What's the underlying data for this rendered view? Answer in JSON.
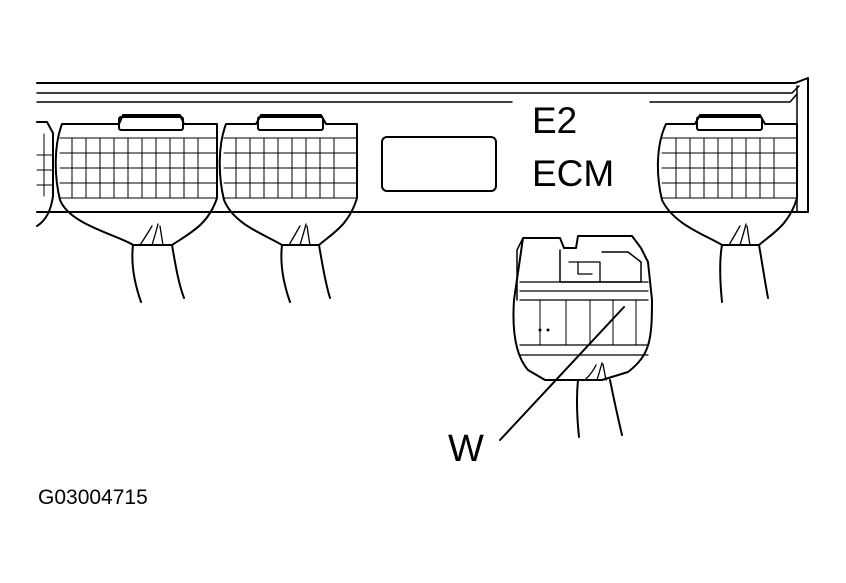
{
  "labels": {
    "connector_code": "E2",
    "unit_name": "ECM",
    "wire_color": "W",
    "figure_id": "G03004715"
  },
  "colors": {
    "line": "#000000",
    "background": "#ffffff"
  }
}
